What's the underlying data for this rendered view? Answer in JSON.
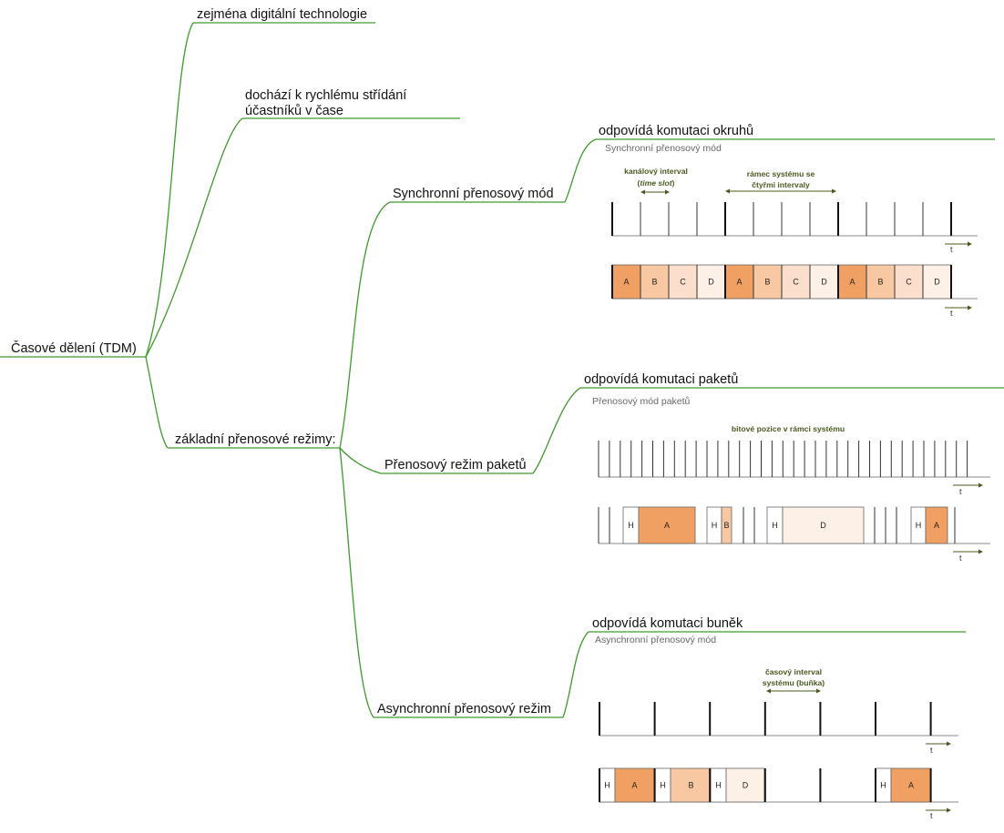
{
  "root": {
    "label": "Časové dělení (TDM)"
  },
  "branches": {
    "digital": {
      "label": "zejména digitální technologie"
    },
    "alternation": {
      "line1": "dochází k rychlému střídání",
      "line2": "účastníků v čase"
    },
    "modes": {
      "label": "základní přenosové režimy:"
    }
  },
  "synchronous": {
    "label": "Synchronní přenosový mód",
    "comparison": "odpovídá komutaci okruhů",
    "diagram_title": "Synchronní přenosový mód",
    "annotation_slot_1": "kanálový interval",
    "annotation_slot_2": "time slot",
    "annotation_frame_1": "rámec systému se",
    "annotation_frame_2": "čtyřmi intervaly",
    "slots": [
      "A",
      "B",
      "C",
      "D",
      "A",
      "B",
      "C",
      "D",
      "A",
      "B",
      "C",
      "D"
    ],
    "time_label_top": "t",
    "time_label_bottom": "t"
  },
  "packet": {
    "label": "Přenosový režim paketů",
    "comparison": "odpovídá komutaci paketů",
    "diagram_title": "Přenosový mód paketů",
    "annotation": "bitové pozice v rámci systému",
    "cells": [
      "H",
      "A",
      "H",
      "B",
      "H",
      "D",
      "H",
      "A"
    ],
    "time_label_top": "t",
    "time_label_bottom": "t"
  },
  "asynchronous": {
    "label": "Asynchronní přenosový režim",
    "comparison": "odpovídá komutaci buněk",
    "diagram_title": "Asynchronní přenosový mód",
    "annotation_1": "časový interval",
    "annotation_2": "systému (buňka)",
    "cells": [
      "H",
      "A",
      "H",
      "B",
      "H",
      "D",
      "H",
      "A"
    ],
    "time_label_top": "t",
    "time_label_bottom": "t"
  },
  "colors": {
    "branch": "#3d9a2a",
    "annotation": "#4a5a1e",
    "slot_A": "#f0a063",
    "slot_B": "#f7c8a2",
    "slot_C": "#fbdecb",
    "slot_D": "#fdf0e6"
  }
}
